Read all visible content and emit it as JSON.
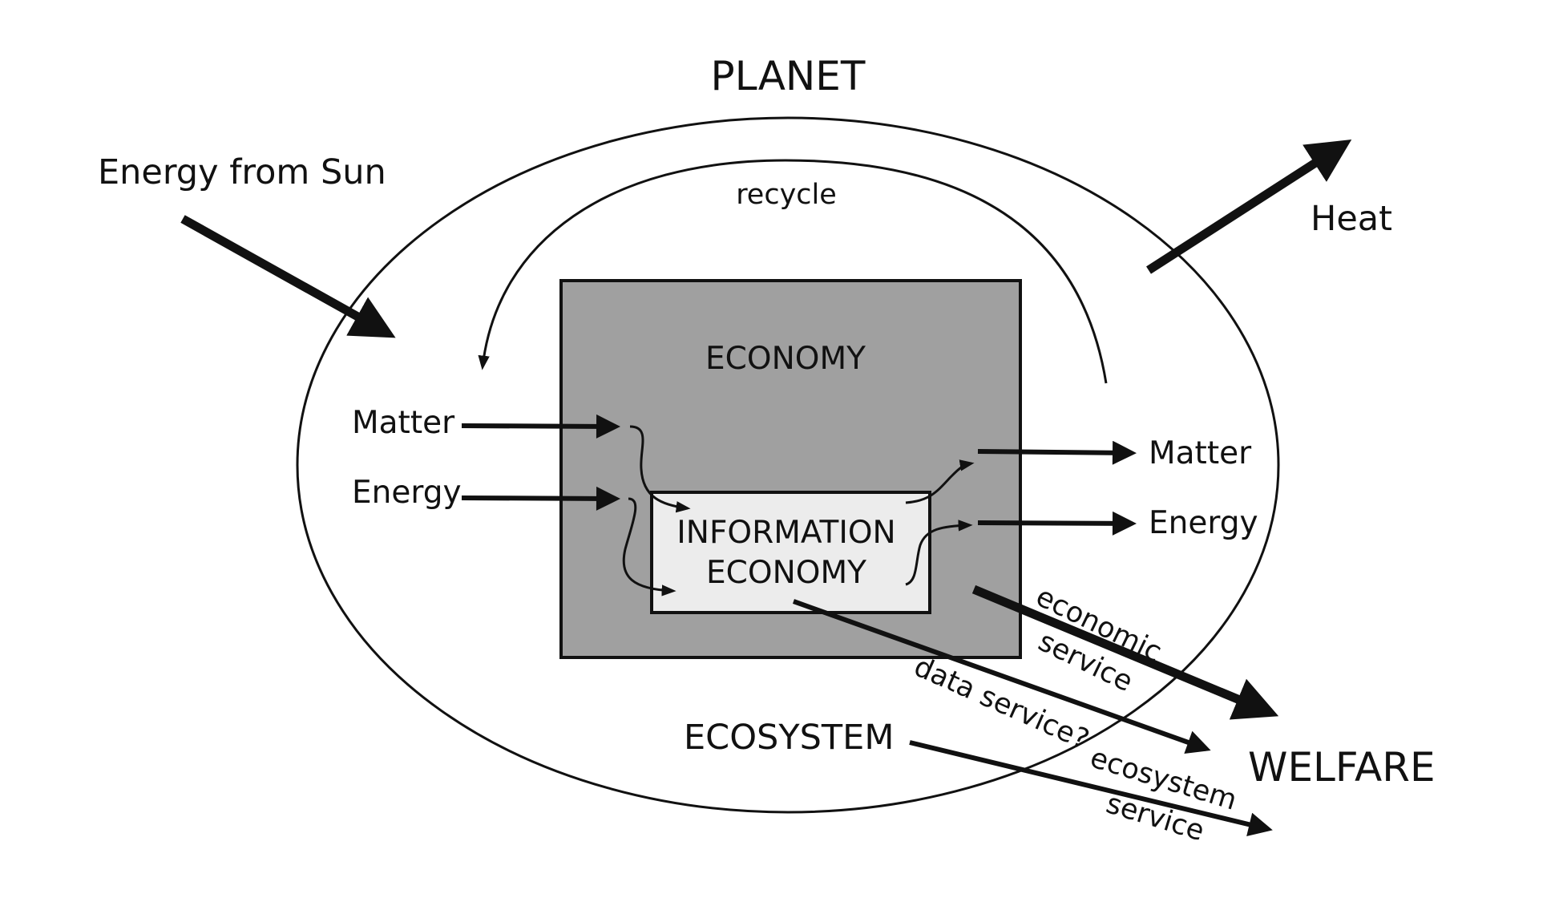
{
  "labels": {
    "planet": "PLANET",
    "energy_from_sun": "Energy from Sun",
    "heat": "Heat",
    "recycle": "recycle",
    "economy": "ECONOMY",
    "information_economy_line1": "INFORMATION",
    "information_economy_line2": "ECONOMY",
    "matter_in": "Matter",
    "energy_in": "Energy",
    "matter_out": "Matter",
    "energy_out": "Energy",
    "economic_service_line1": "economic",
    "economic_service_line2": "service",
    "data_service": "data service?",
    "ecosystem": "ECOSYSTEM",
    "ecosystem_service_line1": "ecosystem",
    "ecosystem_service_line2": "service",
    "welfare": "WELFARE"
  },
  "colors": {
    "economy_fill": "#a0a0a0",
    "information_economy_fill": "#ececec",
    "stroke": "#111111",
    "background": "#ffffff"
  }
}
